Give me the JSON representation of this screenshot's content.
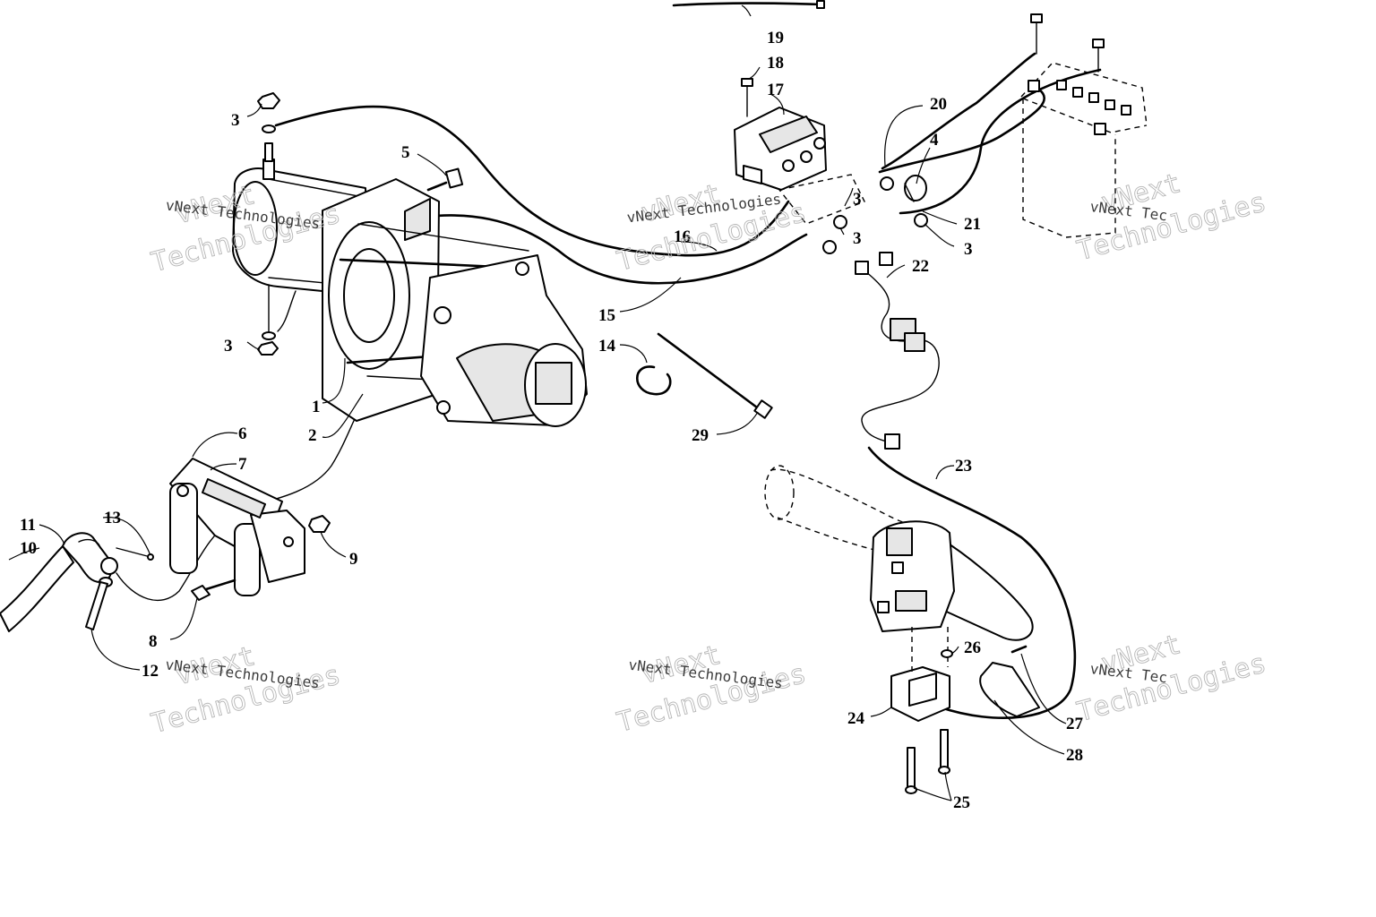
{
  "callouts": [
    "1",
    "2",
    "3",
    "4",
    "5",
    "6",
    "7",
    "8",
    "9",
    "10",
    "11",
    "12",
    "13",
    "14",
    "15",
    "16",
    "17",
    "18",
    "19",
    "20",
    "21",
    "22",
    "23",
    "24",
    "25",
    "26",
    "27",
    "28",
    "29"
  ],
  "watermark": {
    "line1": "vNext",
    "line2": "Technologies",
    "caption": "vNext Technologies",
    "partial_caption": "vNext Tec"
  }
}
